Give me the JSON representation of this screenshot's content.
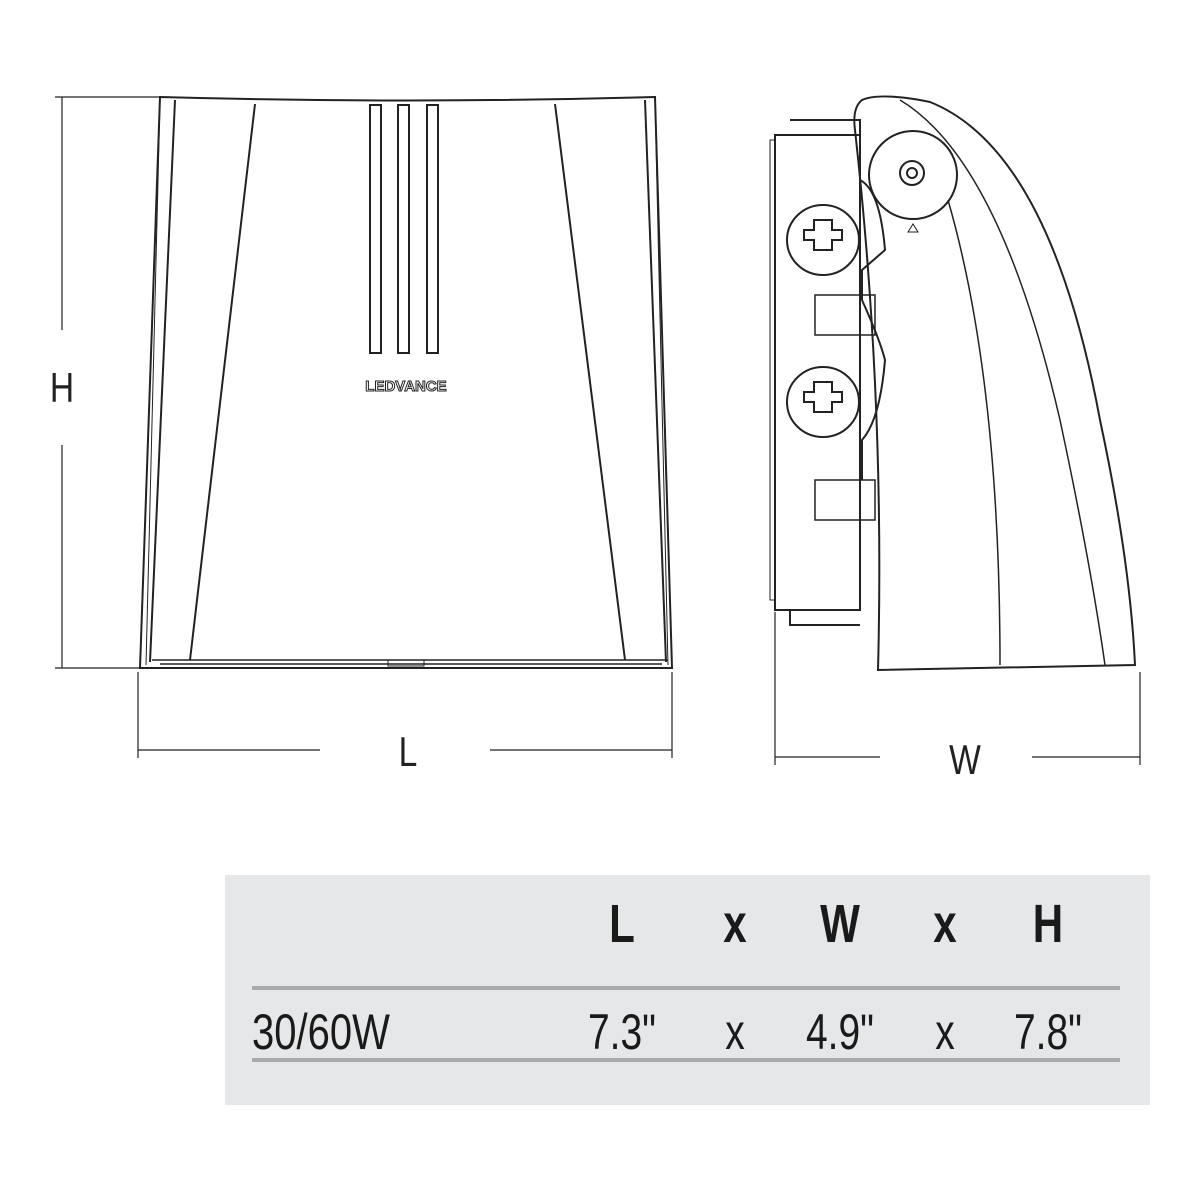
{
  "drawing": {
    "front_view": {
      "brand_logo": "LEDVANCE"
    },
    "dimension_labels": {
      "height": "H",
      "length": "L",
      "width": "W"
    }
  },
  "spec_table": {
    "headers": [
      "L",
      "x",
      "W",
      "x",
      "H"
    ],
    "rows": [
      {
        "label": "30/60W",
        "values": [
          "7.3\"",
          "x",
          "4.9\"",
          "x",
          "7.8\""
        ]
      }
    ]
  },
  "colors": {
    "table_background": "#e6e7e8",
    "rule": "#a9aaac",
    "line": "#222222"
  }
}
